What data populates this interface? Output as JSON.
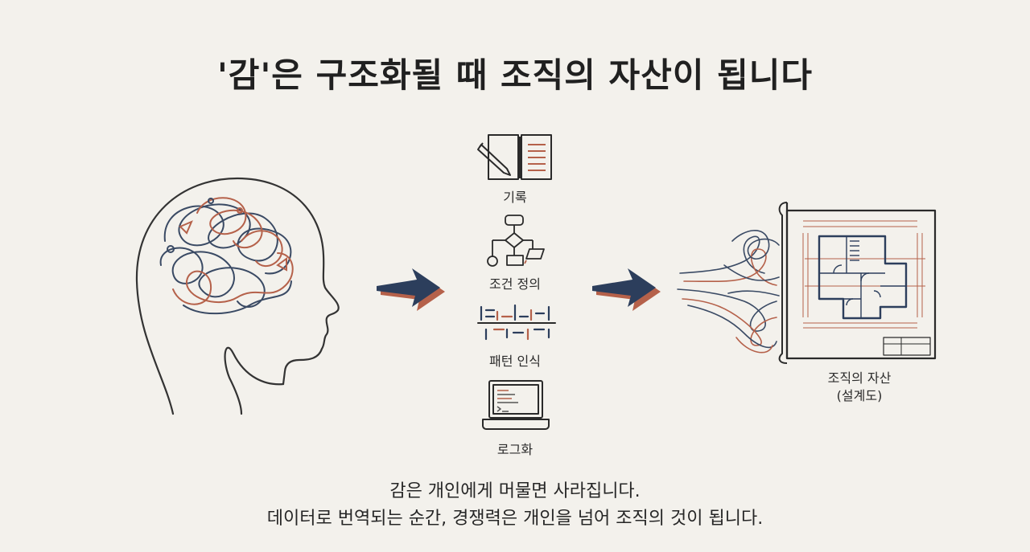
{
  "title": "'감'은 구조화될 때 조직의 자산이 됩니다",
  "steps": [
    {
      "label": "기록",
      "icon": "notebook-icon"
    },
    {
      "label": "조건 정의",
      "icon": "flowchart-icon"
    },
    {
      "label": "패턴 인식",
      "icon": "pattern-icon"
    },
    {
      "label": "로그화",
      "icon": "laptop-icon"
    }
  ],
  "asset": {
    "line1": "조직의 자산",
    "line2": "(설계도)"
  },
  "caption": {
    "line1": "감은 개인에게 머물면 사라집니다.",
    "line2": "데이터로 번역되는 순간, 경쟁력은 개인을 넘어 조직의 것이 됩니다."
  },
  "colors": {
    "navy": "#2c3e5c",
    "rust": "#b5614a",
    "ink": "#333333"
  }
}
